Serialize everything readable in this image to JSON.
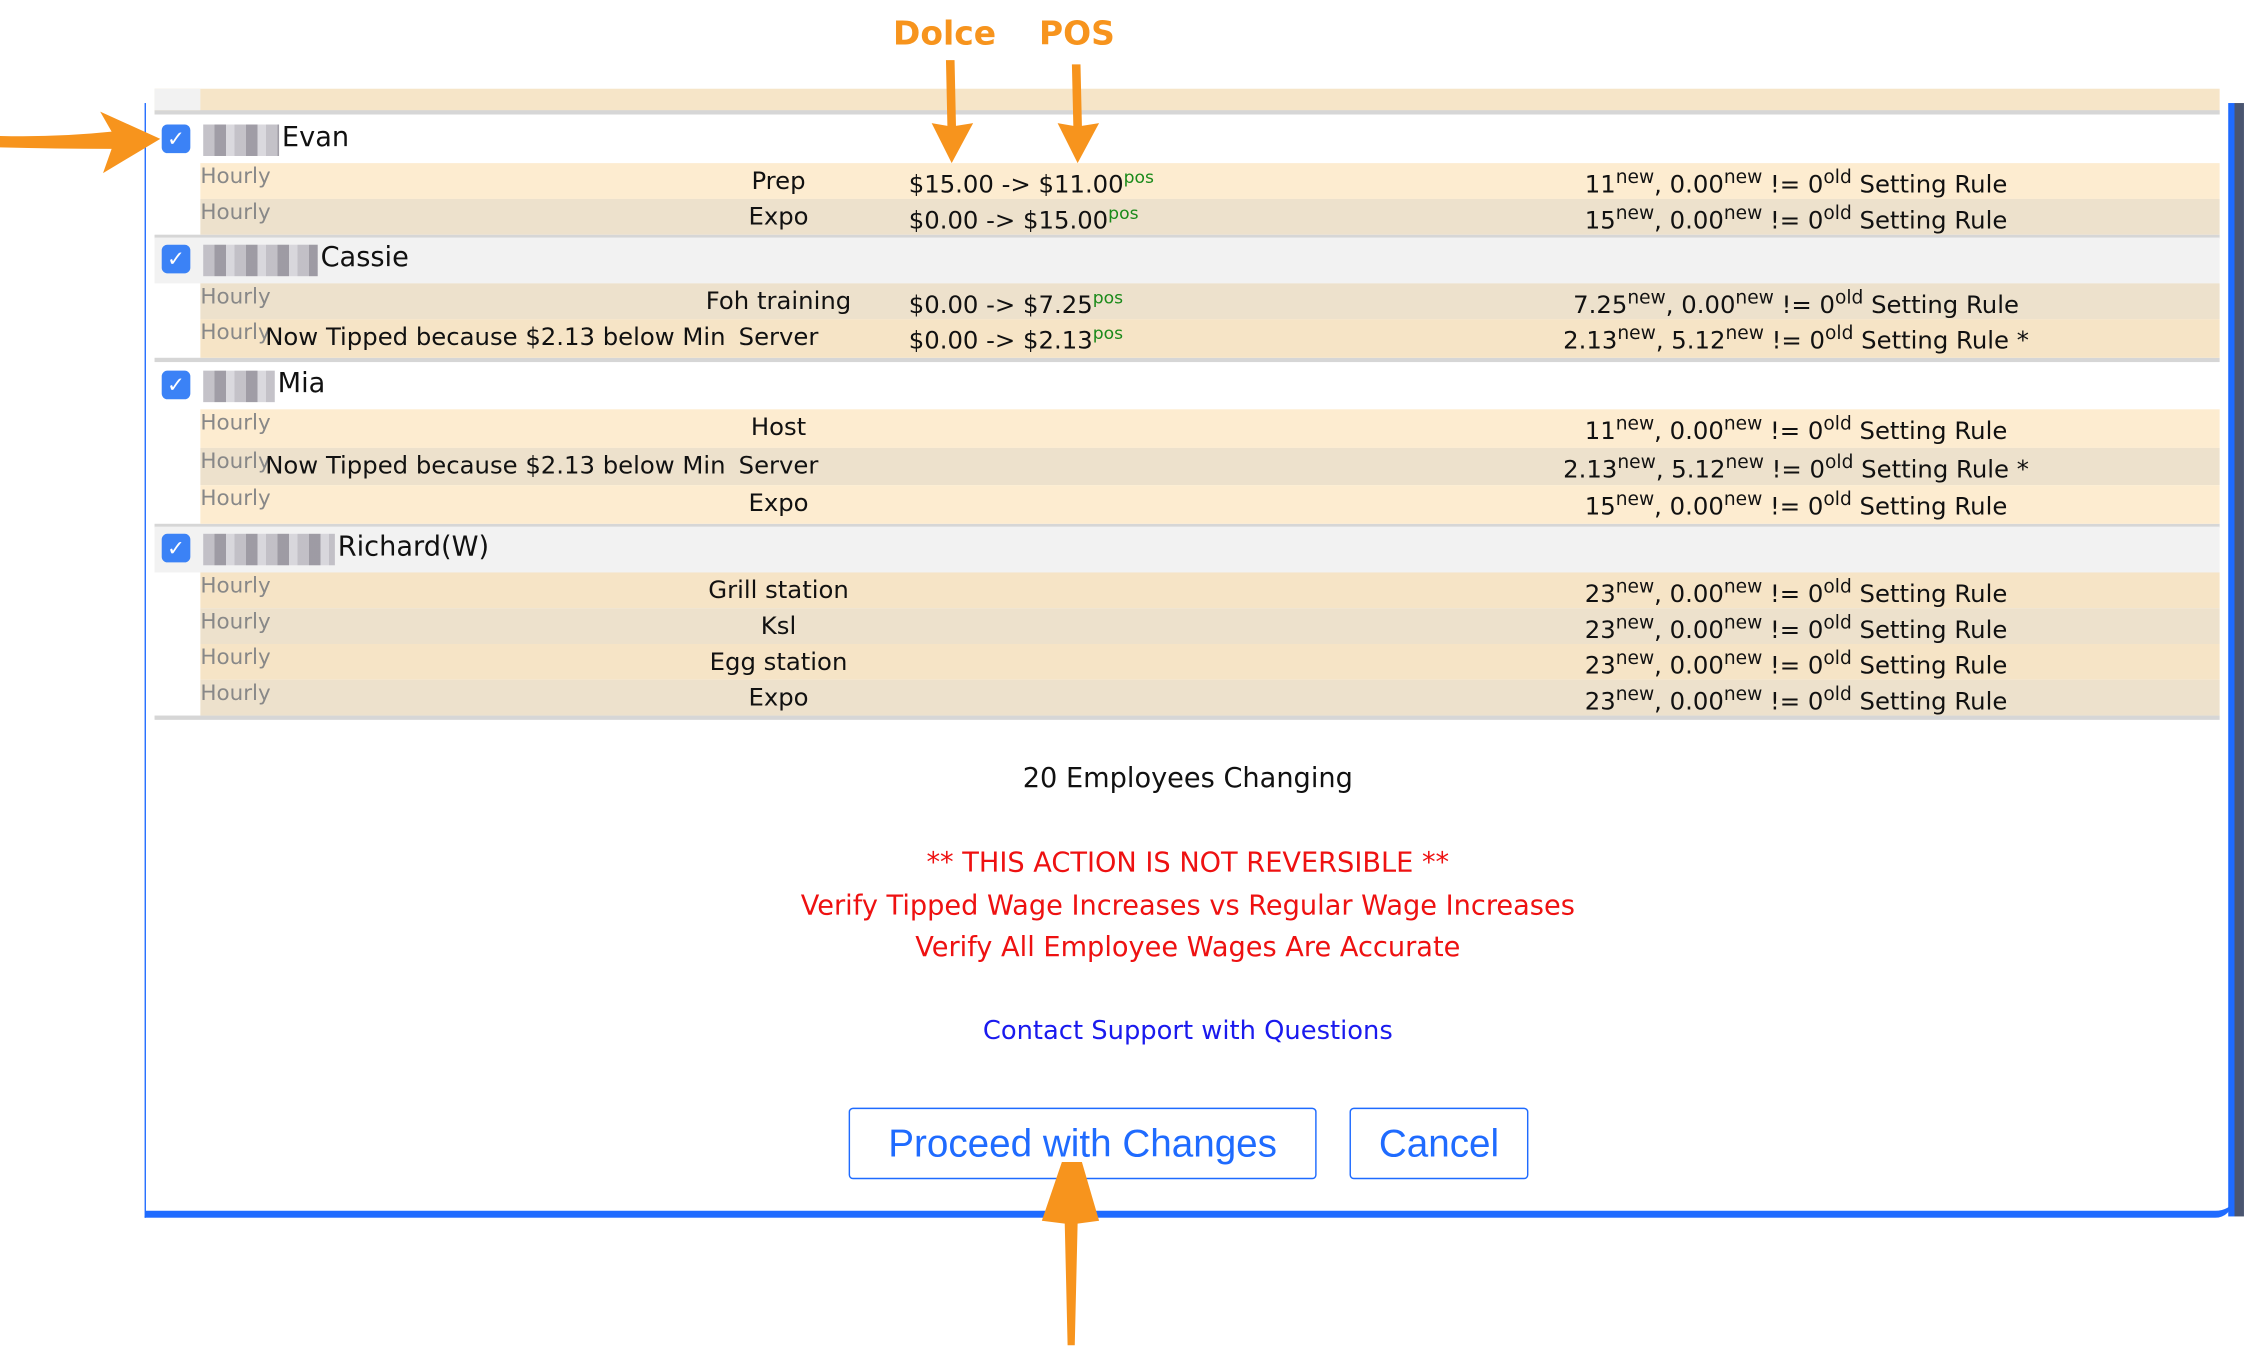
{
  "annotations": {
    "dolce": "Dolce",
    "pos": "POS",
    "color": "#f7941d"
  },
  "employees": [
    {
      "name": "Evan",
      "checked": true,
      "rows": [
        {
          "type": "Hourly",
          "note": "",
          "role": "Prep",
          "wage": "$15.00 -> $11.00",
          "wage_tag": "pos",
          "rule": {
            "a": "11",
            "b": "0.00",
            "c": "0",
            "label": "Setting Rule"
          }
        },
        {
          "type": "Hourly",
          "note": "",
          "role": "Expo",
          "wage": "$0.00 -> $15.00",
          "wage_tag": "pos",
          "rule": {
            "a": "15",
            "b": "0.00",
            "c": "0",
            "label": "Setting Rule"
          }
        }
      ]
    },
    {
      "name": "Cassie",
      "checked": true,
      "rows": [
        {
          "type": "Hourly",
          "note": "",
          "role": "Foh training",
          "wage": "$0.00 -> $7.25",
          "wage_tag": "pos",
          "rule": {
            "a": "7.25",
            "b": "0.00",
            "c": "0",
            "label": "Setting Rule"
          }
        },
        {
          "type": "Hourly",
          "note": "Now Tipped because $2.13 below Min",
          "role": "Server",
          "wage": "$0.00 -> $2.13",
          "wage_tag": "pos",
          "rule": {
            "a": "2.13",
            "b": "5.12",
            "c": "0",
            "label": "Setting Rule *"
          }
        }
      ]
    },
    {
      "name": "Mia",
      "checked": true,
      "rows": [
        {
          "type": "Hourly",
          "note": "",
          "role": "Host",
          "wage": "",
          "wage_tag": "",
          "rule": {
            "a": "11",
            "b": "0.00",
            "c": "0",
            "label": "Setting Rule"
          }
        },
        {
          "type": "Hourly",
          "note": "Now Tipped because $2.13 below Min",
          "role": "Server",
          "wage": "",
          "wage_tag": "",
          "rule": {
            "a": "2.13",
            "b": "5.12",
            "c": "0",
            "label": "Setting Rule *"
          }
        },
        {
          "type": "Hourly",
          "note": "",
          "role": "Expo",
          "wage": "",
          "wage_tag": "",
          "rule": {
            "a": "15",
            "b": "0.00",
            "c": "0",
            "label": "Setting Rule"
          }
        }
      ]
    },
    {
      "name": "Richard(W)",
      "checked": true,
      "rows": [
        {
          "type": "Hourly",
          "note": "",
          "role": "Grill station",
          "wage": "",
          "wage_tag": "",
          "rule": {
            "a": "23",
            "b": "0.00",
            "c": "0",
            "label": "Setting Rule"
          }
        },
        {
          "type": "Hourly",
          "note": "",
          "role": "Ksl",
          "wage": "",
          "wage_tag": "",
          "rule": {
            "a": "23",
            "b": "0.00",
            "c": "0",
            "label": "Setting Rule"
          }
        },
        {
          "type": "Hourly",
          "note": "",
          "role": "Egg station",
          "wage": "",
          "wage_tag": "",
          "rule": {
            "a": "23",
            "b": "0.00",
            "c": "0",
            "label": "Setting Rule"
          }
        },
        {
          "type": "Hourly",
          "note": "",
          "role": "Expo",
          "wage": "",
          "wage_tag": "",
          "rule": {
            "a": "23",
            "b": "0.00",
            "c": "0",
            "label": "Setting Rule"
          }
        }
      ]
    }
  ],
  "rule_tags": {
    "new": "new",
    "old": "old",
    "neq": "!="
  },
  "summary": {
    "count": "20 Employees Changing",
    "warning1": "** THIS ACTION IS NOT REVERSIBLE **",
    "warning2": "Verify Tipped Wage Increases vs Regular Wage Increases",
    "warning3": "Verify All Employee Wages Are Accurate",
    "support_link": "Contact Support with Questions"
  },
  "buttons": {
    "proceed": "Proceed with Changes",
    "cancel": "Cancel"
  }
}
